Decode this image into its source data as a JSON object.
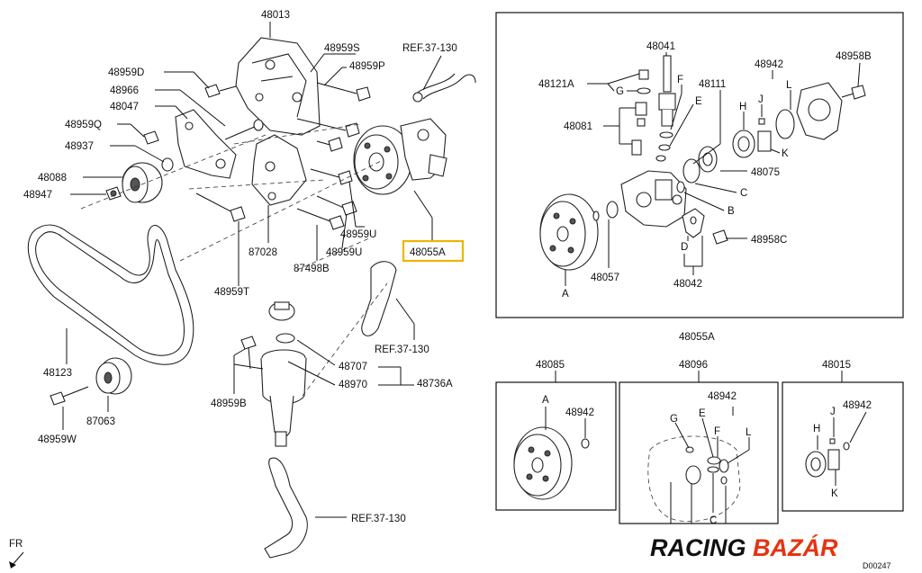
{
  "labels": {
    "p48013": "48013",
    "p48959S": "48959S",
    "ref1": "REF.37-130",
    "p48959D": "48959D",
    "p48959P": "48959P",
    "p48966": "48966",
    "p48047": "48047",
    "p48959Q": "48959Q",
    "p48937": "48937",
    "p48088": "48088",
    "p48947": "48947",
    "p48959U_a": "48959U",
    "p87028": "87028",
    "p48959U_b": "48959U",
    "p87498B": "87498B",
    "p48055A": "48055A",
    "p48959T": "48959T",
    "ref2": "REF.37-130",
    "p48123": "48123",
    "p48707": "48707",
    "p48970": "48970",
    "p48736A": "48736A",
    "p48959B": "48959B",
    "p87063": "87063",
    "p48959W": "48959W",
    "ref3": "REF.37-130",
    "fr": "FR",
    "d1_48041": "48041",
    "d1_48121A": "48121A",
    "d1_G": "G",
    "d1_F": "F",
    "d1_48111": "48111",
    "d1_48081": "48081",
    "d1_E": "E",
    "d1_48942": "48942",
    "d1_48958B": "48958B",
    "d1_J": "J",
    "d1_L": "L",
    "d1_H": "H",
    "d1_K": "K",
    "d1_48075": "48075",
    "d1_C": "C",
    "d1_B": "B",
    "d1_D": "D",
    "d1_48958C": "48958C",
    "d1_48057": "48057",
    "d1_A": "A",
    "d1_48042": "48042",
    "d1_caption": "48055A",
    "b1_title": "48085",
    "b1_A": "A",
    "b1_48942": "48942",
    "b2_title": "48096",
    "b2_48942": "48942",
    "b2_G": "G",
    "b2_E": "E",
    "b2_F": "F",
    "b2_L": "L",
    "b2_C": "C",
    "b3_title": "48015",
    "b3_48942": "48942",
    "b3_J": "J",
    "b3_H": "H",
    "b3_K": "K",
    "diagram_id": "D00247"
  },
  "watermark": {
    "part1": "RACING ",
    "part2": "BAZÁR",
    "color1": "#111111",
    "color2": "#e63312"
  },
  "colors": {
    "highlight": "#f0b400"
  }
}
